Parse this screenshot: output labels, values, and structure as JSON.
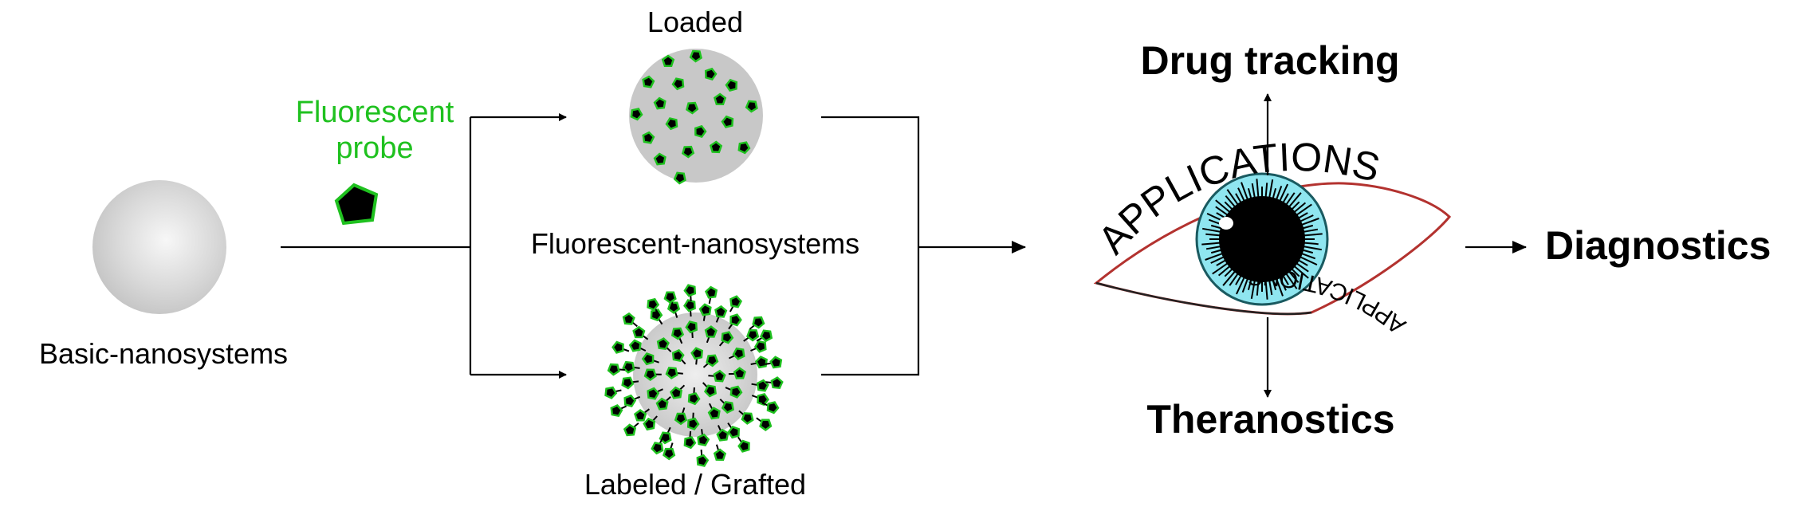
{
  "labels": {
    "basic": "Basic-nanosystems",
    "probe_line1": "Fluorescent",
    "probe_line2": "probe",
    "loaded": "Loaded",
    "fluorescent_nanosystems": "Fluorescent-nanosystems",
    "labeled": "Labeled / Grafted",
    "drug_tracking": "Drug tracking",
    "theranostics": "Theranostics",
    "diagnostics": "Diagnostics",
    "applications_top": "APPLICATIONS",
    "applications_bottom": "APPLICATIONS"
  },
  "colors": {
    "probe_green": "#1fc11f",
    "iris": "#8fe6f0",
    "eye_outline": "#b3322f",
    "sphere_grey": "#c8c8c8"
  },
  "icons": {
    "probe": "black-pentagon-icon",
    "eye": "eye-icon"
  }
}
